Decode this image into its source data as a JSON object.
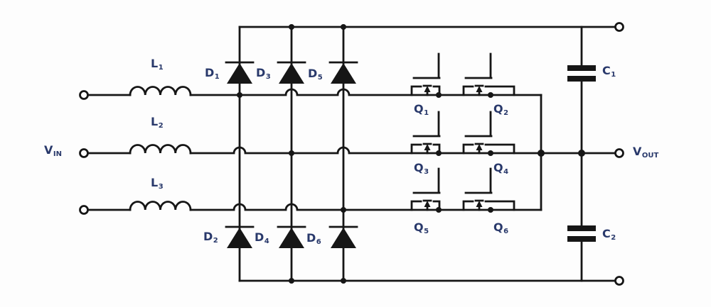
{
  "colors": {
    "wire": "#161616",
    "label": "#29396b",
    "background": "#fdfdfd"
  },
  "components": {
    "vin": {
      "main": "V",
      "sub": "IN"
    },
    "vout": {
      "main": "V",
      "sub": "OUT"
    },
    "l1": {
      "main": "L",
      "sub": "1"
    },
    "l2": {
      "main": "L",
      "sub": "2"
    },
    "l3": {
      "main": "L",
      "sub": "3"
    },
    "d1": {
      "main": "D",
      "sub": "1"
    },
    "d2": {
      "main": "D",
      "sub": "2"
    },
    "d3": {
      "main": "D",
      "sub": "3"
    },
    "d4": {
      "main": "D",
      "sub": "4"
    },
    "d5": {
      "main": "D",
      "sub": "5"
    },
    "d6": {
      "main": "D",
      "sub": "6"
    },
    "q1": {
      "main": "Q",
      "sub": "1"
    },
    "q2": {
      "main": "Q",
      "sub": "2"
    },
    "q3": {
      "main": "Q",
      "sub": "3"
    },
    "q4": {
      "main": "Q",
      "sub": "4"
    },
    "q5": {
      "main": "Q",
      "sub": "5"
    },
    "q6": {
      "main": "Q",
      "sub": "6"
    },
    "c1": {
      "main": "C",
      "sub": "1"
    },
    "c2": {
      "main": "C",
      "sub": "2"
    }
  }
}
